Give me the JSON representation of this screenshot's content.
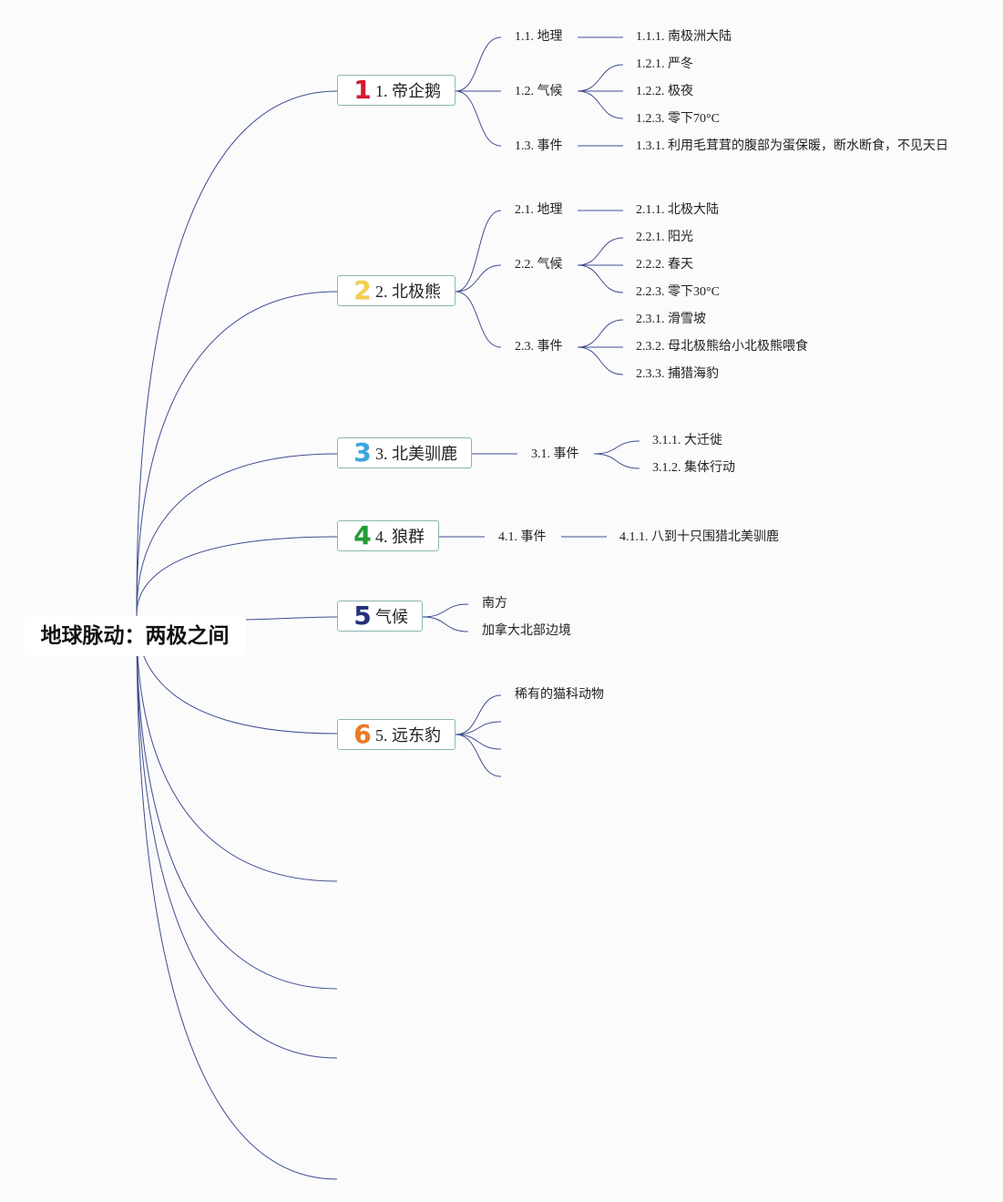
{
  "root": {
    "title": "地球脉动：两极之间"
  },
  "colors": {
    "line": "#3e4e8f",
    "border": "#8ab7b1",
    "badge_1": "#d7192f",
    "badge_2": "#f5d04c",
    "badge_3": "#3aa7df",
    "badge_4": "#1f9d35",
    "badge_5": "#22327c",
    "badge_6": "#ee7a22"
  },
  "branches": [
    {
      "badge": "1",
      "title": "1. 帝企鹅",
      "children": [
        {
          "label": "1.1. 地理",
          "leaves": [
            "1.1.1. 南极洲大陆"
          ]
        },
        {
          "label": "1.2. 气候",
          "leaves": [
            "1.2.1. 严冬",
            "1.2.2. 极夜",
            "1.2.3. 零下70°C"
          ]
        },
        {
          "label": "1.3. 事件",
          "leaves": [
            "1.3.1. 利用毛茸茸的腹部为蛋保暖，断水断食，不见天日"
          ]
        }
      ]
    },
    {
      "badge": "2",
      "title": "2. 北极熊",
      "children": [
        {
          "label": "2.1. 地理",
          "leaves": [
            "2.1.1. 北极大陆"
          ]
        },
        {
          "label": "2.2. 气候",
          "leaves": [
            "2.2.1. 阳光",
            "2.2.2. 春天",
            "2.2.3. 零下30°C"
          ]
        },
        {
          "label": "2.3. 事件",
          "leaves": [
            "2.3.1. 滑雪坡",
            "2.3.2. 母北极熊给小北极熊喂食",
            "2.3.3. 捕猎海豹"
          ]
        }
      ]
    },
    {
      "badge": "3",
      "title": "3. 北美驯鹿",
      "children": [
        {
          "label": "3.1. 事件",
          "leaves": [
            "3.1.1. 大迁徙",
            "3.1.2. 集体行动"
          ]
        }
      ]
    },
    {
      "badge": "4",
      "title": "4. 狼群",
      "children": [
        {
          "label": "4.1. 事件",
          "leaves": [
            "4.1.1. 八到十只围猎北美驯鹿"
          ]
        }
      ]
    },
    {
      "badge": "5",
      "title": "气候",
      "children": [
        {
          "label": "南方"
        },
        {
          "label": "加拿大北部边境"
        }
      ]
    },
    {
      "badge": "6",
      "title": "5. 远东豹",
      "children": [
        {
          "label": "稀有的猫科动物"
        }
      ]
    }
  ]
}
